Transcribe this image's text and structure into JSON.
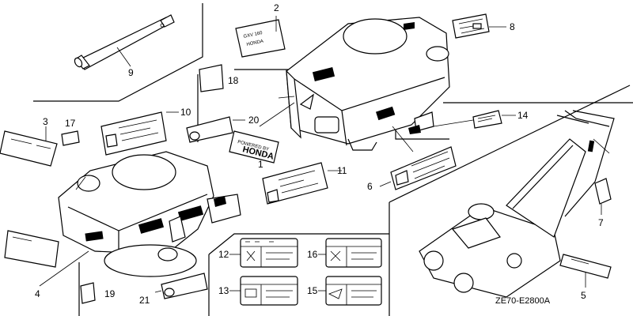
{
  "callouts": {
    "c1": "1",
    "c2": "2",
    "c3": "3",
    "c4": "4",
    "c5": "5",
    "c6": "6",
    "c7": "7",
    "c8": "8",
    "c9": "9",
    "c10": "10",
    "c11": "11",
    "c12": "12",
    "c13": "13",
    "c14": "14",
    "c15": "15",
    "c16": "16",
    "c17": "17",
    "c18": "18",
    "c19": "19",
    "c20": "20",
    "c21": "21"
  },
  "labels": {
    "powered_by": "POWERED BY",
    "honda": "HONDA",
    "gxv": "GXV 160",
    "honda_short": "HONDA"
  },
  "figure_code": "ZE70-E2800A"
}
